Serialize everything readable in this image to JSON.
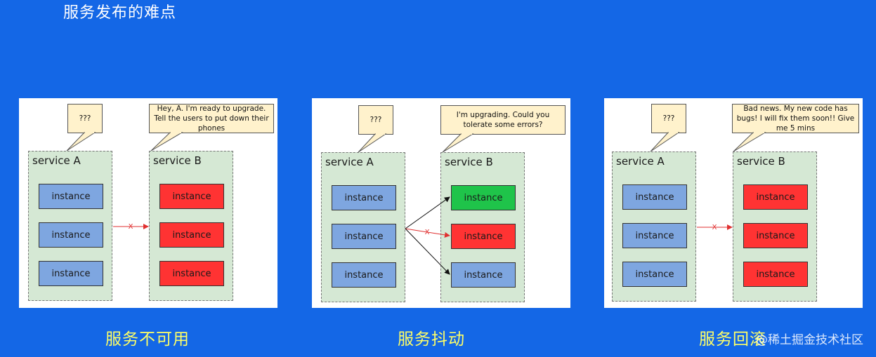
{
  "page": {
    "title": "服务发布的难点"
  },
  "colors": {
    "background": "#1467e6",
    "panel": "#ffffff",
    "service_fill": "#d5e8d4",
    "instance_blue": "#7ea6e0",
    "instance_red": "#ff3333",
    "instance_green": "#1fc44a",
    "bubble_fill": "#fff2cc",
    "caption": "#ffff66",
    "arrow_red": "#e03030"
  },
  "panels": [
    {
      "caption": "服务不可用",
      "bubble_a": "???",
      "bubble_b": "Hey, A. I'm ready to upgrade. Tell the users to put down their phones",
      "service_a": {
        "label": "service A",
        "instances": [
          "instance",
          "instance",
          "instance"
        ]
      },
      "service_b": {
        "label": "service B",
        "instances": [
          "instance",
          "instance",
          "instance"
        ]
      },
      "arrow_mark": "X"
    },
    {
      "caption": "服务抖动",
      "bubble_a": "???",
      "bubble_b": "I'm upgrading. Could you tolerate some errors?",
      "service_a": {
        "label": "service A",
        "instances": [
          "instance",
          "instance",
          "instance"
        ]
      },
      "service_b": {
        "label": "service B",
        "instances": [
          "instance",
          "instance",
          "instance"
        ]
      },
      "arrow_mark": "X"
    },
    {
      "caption": "服务回滚",
      "bubble_a": "???",
      "bubble_b": "Bad news. My new code has bugs! I will fix them soon!! Give me 5 mins",
      "service_a": {
        "label": "service A",
        "instances": [
          "instance",
          "instance",
          "instance"
        ]
      },
      "service_b": {
        "label": "service B",
        "instances": [
          "instance",
          "instance",
          "instance"
        ]
      },
      "arrow_mark": "X"
    }
  ],
  "watermark": "@稀土掘金技术社区"
}
